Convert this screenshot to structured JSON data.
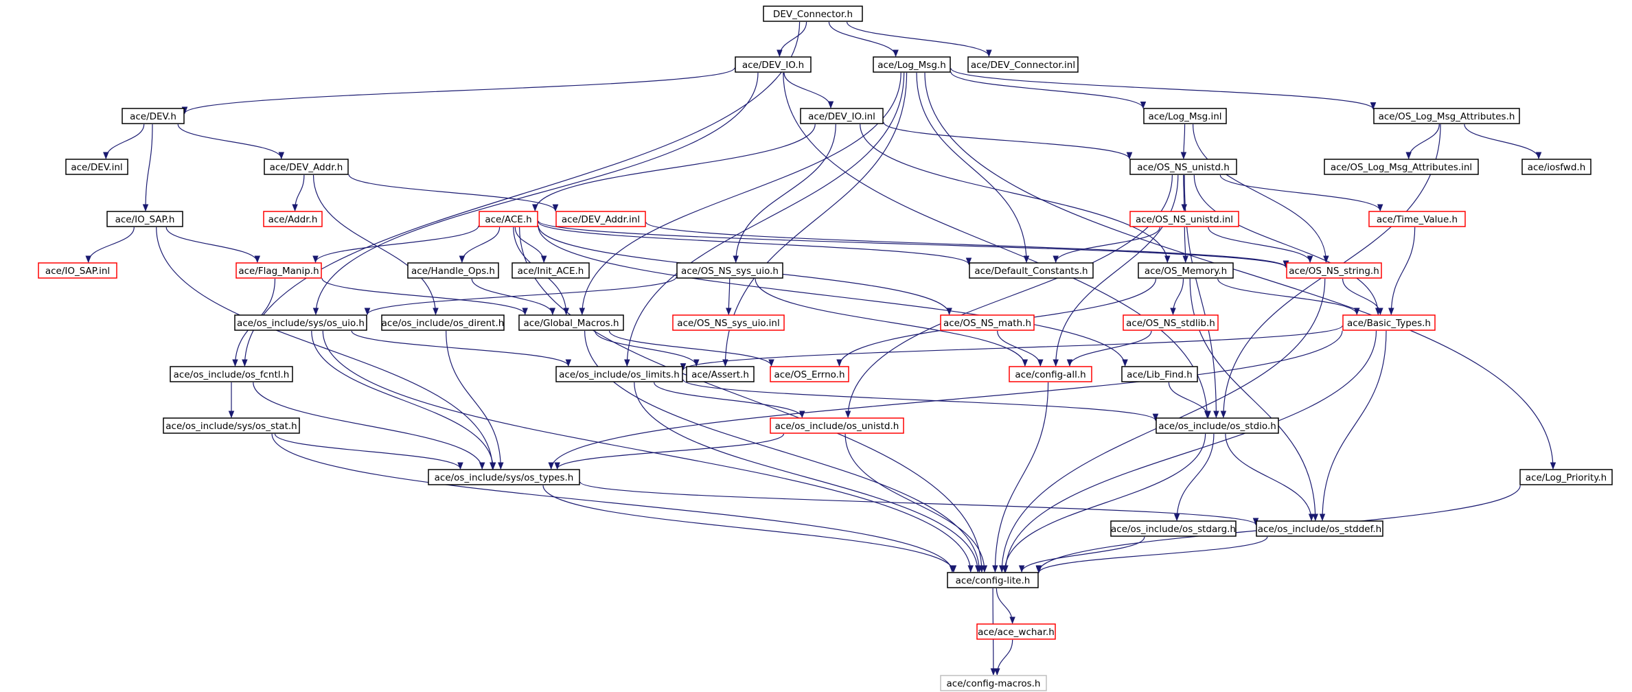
{
  "diagram": {
    "colors": {
      "edge": "#191970",
      "box_border_default": "#000000",
      "box_border_missing": "#ff0000",
      "box_border_external": "#bfbfbf",
      "box_fill_root": "#bfbfbf",
      "box_fill": "#ffffff"
    },
    "nodes": [
      {
        "id": "dev_connector_h",
        "label": "DEV_Connector.h",
        "style": "root"
      },
      {
        "id": "dev_io_h",
        "label": "ace/DEV_IO.h",
        "style": "default"
      },
      {
        "id": "log_msg_h",
        "label": "ace/Log_Msg.h",
        "style": "default"
      },
      {
        "id": "dev_connector_inl",
        "label": "ace/DEV_Connector.inl",
        "style": "default"
      },
      {
        "id": "dev_h",
        "label": "ace/DEV.h",
        "style": "default"
      },
      {
        "id": "dev_io_inl",
        "label": "ace/DEV_IO.inl",
        "style": "default"
      },
      {
        "id": "log_msg_inl",
        "label": "ace/Log_Msg.inl",
        "style": "default"
      },
      {
        "id": "os_log_msg_attributes_h",
        "label": "ace/OS_Log_Msg_Attributes.h",
        "style": "default"
      },
      {
        "id": "dev_inl",
        "label": "ace/DEV.inl",
        "style": "default"
      },
      {
        "id": "dev_addr_h",
        "label": "ace/DEV_Addr.h",
        "style": "default"
      },
      {
        "id": "os_ns_unistd_h",
        "label": "ace/OS_NS_unistd.h",
        "style": "default"
      },
      {
        "id": "os_log_msg_attributes_inl",
        "label": "ace/OS_Log_Msg_Attributes.inl",
        "style": "default"
      },
      {
        "id": "iosfwd_h",
        "label": "ace/iosfwd.h",
        "style": "default"
      },
      {
        "id": "io_sap_h",
        "label": "ace/IO_SAP.h",
        "style": "default"
      },
      {
        "id": "addr_h",
        "label": "ace/Addr.h",
        "style": "missing"
      },
      {
        "id": "ace_h",
        "label": "ace/ACE.h",
        "style": "missing"
      },
      {
        "id": "dev_addr_inl",
        "label": "ace/DEV_Addr.inl",
        "style": "missing"
      },
      {
        "id": "os_ns_unistd_inl",
        "label": "ace/OS_NS_unistd.inl",
        "style": "missing"
      },
      {
        "id": "time_value_h",
        "label": "ace/Time_Value.h",
        "style": "missing"
      },
      {
        "id": "io_sap_inl",
        "label": "ace/IO_SAP.inl",
        "style": "missing"
      },
      {
        "id": "flag_manip_h",
        "label": "ace/Flag_Manip.h",
        "style": "missing"
      },
      {
        "id": "handle_ops_h",
        "label": "ace/Handle_Ops.h",
        "style": "default"
      },
      {
        "id": "init_ace_h",
        "label": "ace/Init_ACE.h",
        "style": "default"
      },
      {
        "id": "os_ns_sys_uio_h",
        "label": "ace/OS_NS_sys_uio.h",
        "style": "default"
      },
      {
        "id": "default_constants_h",
        "label": "ace/Default_Constants.h",
        "style": "default"
      },
      {
        "id": "os_memory_h",
        "label": "ace/OS_Memory.h",
        "style": "default"
      },
      {
        "id": "os_ns_string_h",
        "label": "ace/OS_NS_string.h",
        "style": "missing"
      },
      {
        "id": "os_include_sys_os_uio_h",
        "label": "ace/os_include/sys/os_uio.h",
        "style": "default"
      },
      {
        "id": "os_include_os_dirent_h",
        "label": "ace/os_include/os_dirent.h",
        "style": "default"
      },
      {
        "id": "global_macros_h",
        "label": "ace/Global_Macros.h",
        "style": "default"
      },
      {
        "id": "os_ns_sys_uio_inl",
        "label": "ace/OS_NS_sys_uio.inl",
        "style": "missing"
      },
      {
        "id": "os_ns_math_h",
        "label": "ace/OS_NS_math.h",
        "style": "missing"
      },
      {
        "id": "os_ns_stdlib_h",
        "label": "ace/OS_NS_stdlib.h",
        "style": "missing"
      },
      {
        "id": "basic_types_h",
        "label": "ace/Basic_Types.h",
        "style": "missing"
      },
      {
        "id": "os_include_os_fcntl_h",
        "label": "ace/os_include/os_fcntl.h",
        "style": "default"
      },
      {
        "id": "os_include_os_limits_h",
        "label": "ace/os_include/os_limits.h",
        "style": "default"
      },
      {
        "id": "assert_h",
        "label": "ace/Assert.h",
        "style": "default"
      },
      {
        "id": "os_errno_h",
        "label": "ace/OS_Errno.h",
        "style": "missing"
      },
      {
        "id": "config_all_h",
        "label": "ace/config-all.h",
        "style": "missing"
      },
      {
        "id": "lib_find_h",
        "label": "ace/Lib_Find.h",
        "style": "default"
      },
      {
        "id": "os_include_sys_os_stat_h",
        "label": "ace/os_include/sys/os_stat.h",
        "style": "default"
      },
      {
        "id": "os_include_os_unistd_h",
        "label": "ace/os_include/os_unistd.h",
        "style": "missing"
      },
      {
        "id": "os_include_os_stdio_h",
        "label": "ace/os_include/os_stdio.h",
        "style": "default"
      },
      {
        "id": "os_include_sys_os_types_h",
        "label": "ace/os_include/sys/os_types.h",
        "style": "default"
      },
      {
        "id": "log_priority_h",
        "label": "ace/Log_Priority.h",
        "style": "default"
      },
      {
        "id": "os_include_os_stdarg_h",
        "label": "ace/os_include/os_stdarg.h",
        "style": "default"
      },
      {
        "id": "os_include_os_stddef_h",
        "label": "ace/os_include/os_stddef.h",
        "style": "default"
      },
      {
        "id": "config_lite_h",
        "label": "ace/config-lite.h",
        "style": "default"
      },
      {
        "id": "ace_wchar_h",
        "label": "ace/ace_wchar.h",
        "style": "missing"
      },
      {
        "id": "config_macros_h",
        "label": "ace/config-macros.h",
        "style": "external"
      }
    ],
    "edges": [
      [
        "dev_connector_h",
        "dev_io_h"
      ],
      [
        "dev_connector_h",
        "log_msg_h"
      ],
      [
        "dev_connector_h",
        "dev_connector_inl"
      ],
      [
        "dev_connector_h",
        "os_include_os_fcntl_h"
      ],
      [
        "dev_io_h",
        "dev_h"
      ],
      [
        "dev_io_h",
        "dev_io_inl"
      ],
      [
        "dev_io_h",
        "os_include_sys_os_uio_h"
      ],
      [
        "dev_io_h",
        "os_include_os_stdio_h"
      ],
      [
        "log_msg_h",
        "log_msg_inl"
      ],
      [
        "log_msg_h",
        "os_log_msg_attributes_h"
      ],
      [
        "log_msg_h",
        "log_priority_h"
      ],
      [
        "log_msg_h",
        "default_constants_h"
      ],
      [
        "log_msg_h",
        "global_macros_h"
      ],
      [
        "log_msg_h",
        "os_include_os_limits_h"
      ],
      [
        "log_msg_h",
        "assert_h"
      ],
      [
        "dev_h",
        "dev_inl"
      ],
      [
        "dev_h",
        "dev_addr_h"
      ],
      [
        "dev_h",
        "io_sap_h"
      ],
      [
        "dev_io_inl",
        "ace_h"
      ],
      [
        "dev_io_inl",
        "os_ns_unistd_h"
      ],
      [
        "dev_io_inl",
        "os_ns_sys_uio_h"
      ],
      [
        "dev_io_inl",
        "os_memory_h"
      ],
      [
        "log_msg_inl",
        "os_ns_unistd_h"
      ],
      [
        "log_msg_inl",
        "os_ns_string_h"
      ],
      [
        "os_log_msg_attributes_h",
        "os_log_msg_attributes_inl"
      ],
      [
        "os_log_msg_attributes_h",
        "iosfwd_h"
      ],
      [
        "os_log_msg_attributes_h",
        "os_include_os_stdio_h"
      ],
      [
        "dev_addr_h",
        "addr_h"
      ],
      [
        "dev_addr_h",
        "dev_addr_inl"
      ],
      [
        "dev_addr_h",
        "os_include_os_dirent_h"
      ],
      [
        "os_ns_unistd_h",
        "os_ns_unistd_inl"
      ],
      [
        "os_ns_unistd_h",
        "time_value_h"
      ],
      [
        "os_ns_unistd_h",
        "basic_types_h"
      ],
      [
        "os_ns_unistd_h",
        "config_all_h"
      ],
      [
        "os_ns_unistd_h",
        "os_include_os_unistd_h"
      ],
      [
        "os_ns_unistd_h",
        "os_include_os_stdio_h"
      ],
      [
        "io_sap_h",
        "io_sap_inl"
      ],
      [
        "io_sap_h",
        "flag_manip_h"
      ],
      [
        "io_sap_h",
        "os_include_sys_os_types_h"
      ],
      [
        "ace_h",
        "flag_manip_h"
      ],
      [
        "ace_h",
        "handle_ops_h"
      ],
      [
        "ace_h",
        "init_ace_h"
      ],
      [
        "ace_h",
        "default_constants_h"
      ],
      [
        "ace_h",
        "os_ns_string_h"
      ],
      [
        "ace_h",
        "os_ns_math_h"
      ],
      [
        "ace_h",
        "lib_find_h"
      ],
      [
        "ace_h",
        "global_macros_h"
      ],
      [
        "ace_h",
        "config_lite_h"
      ],
      [
        "dev_addr_inl",
        "os_ns_string_h"
      ],
      [
        "os_ns_unistd_inl",
        "default_constants_h"
      ],
      [
        "os_ns_unistd_inl",
        "os_memory_h"
      ],
      [
        "os_ns_unistd_inl",
        "os_ns_string_h"
      ],
      [
        "time_value_h",
        "basic_types_h"
      ],
      [
        "flag_manip_h",
        "global_macros_h"
      ],
      [
        "flag_manip_h",
        "os_include_os_fcntl_h"
      ],
      [
        "handle_ops_h",
        "global_macros_h"
      ],
      [
        "os_ns_sys_uio_h",
        "os_ns_sys_uio_inl"
      ],
      [
        "os_ns_sys_uio_h",
        "os_include_sys_os_uio_h"
      ],
      [
        "os_ns_sys_uio_h",
        "config_all_h"
      ],
      [
        "os_memory_h",
        "os_ns_stdlib_h"
      ],
      [
        "os_memory_h",
        "basic_types_h"
      ],
      [
        "os_memory_h",
        "os_errno_h"
      ],
      [
        "os_memory_h",
        "os_include_os_stddef_h"
      ],
      [
        "os_ns_string_h",
        "basic_types_h"
      ],
      [
        "os_ns_string_h",
        "config_lite_h"
      ],
      [
        "os_include_sys_os_uio_h",
        "os_include_os_limits_h"
      ],
      [
        "os_include_sys_os_uio_h",
        "os_include_sys_os_types_h"
      ],
      [
        "os_include_sys_os_uio_h",
        "config_lite_h"
      ],
      [
        "os_include_os_dirent_h",
        "os_include_sys_os_types_h"
      ],
      [
        "global_macros_h",
        "assert_h"
      ],
      [
        "global_macros_h",
        "os_errno_h"
      ],
      [
        "global_macros_h",
        "config_lite_h"
      ],
      [
        "os_ns_math_h",
        "config_all_h"
      ],
      [
        "os_ns_stdlib_h",
        "config_all_h"
      ],
      [
        "basic_types_h",
        "os_include_os_limits_h"
      ],
      [
        "basic_types_h",
        "os_include_sys_os_types_h"
      ],
      [
        "basic_types_h",
        "os_include_os_stddef_h"
      ],
      [
        "basic_types_h",
        "config_lite_h"
      ],
      [
        "os_include_os_fcntl_h",
        "os_include_sys_os_stat_h"
      ],
      [
        "os_include_os_fcntl_h",
        "os_include_sys_os_types_h"
      ],
      [
        "os_include_os_limits_h",
        "os_include_os_unistd_h"
      ],
      [
        "os_include_os_limits_h",
        "os_include_os_stdio_h"
      ],
      [
        "os_include_os_limits_h",
        "config_lite_h"
      ],
      [
        "config_all_h",
        "config_lite_h"
      ],
      [
        "lib_find_h",
        "os_include_os_stdio_h"
      ],
      [
        "os_include_sys_os_stat_h",
        "os_include_sys_os_types_h"
      ],
      [
        "os_include_sys_os_stat_h",
        "config_lite_h"
      ],
      [
        "os_include_os_unistd_h",
        "os_include_sys_os_types_h"
      ],
      [
        "os_include_os_unistd_h",
        "config_lite_h"
      ],
      [
        "os_include_os_stdio_h",
        "os_include_os_stdarg_h"
      ],
      [
        "os_include_os_stdio_h",
        "os_include_os_stddef_h"
      ],
      [
        "os_include_os_stdio_h",
        "config_lite_h"
      ],
      [
        "os_include_sys_os_types_h",
        "os_include_os_stddef_h"
      ],
      [
        "os_include_sys_os_types_h",
        "config_lite_h"
      ],
      [
        "log_priority_h",
        "config_lite_h"
      ],
      [
        "os_include_os_stdarg_h",
        "config_lite_h"
      ],
      [
        "os_include_os_stddef_h",
        "config_lite_h"
      ],
      [
        "config_lite_h",
        "ace_wchar_h"
      ],
      [
        "config_lite_h",
        "config_macros_h"
      ],
      [
        "ace_wchar_h",
        "config_macros_h"
      ]
    ]
  }
}
